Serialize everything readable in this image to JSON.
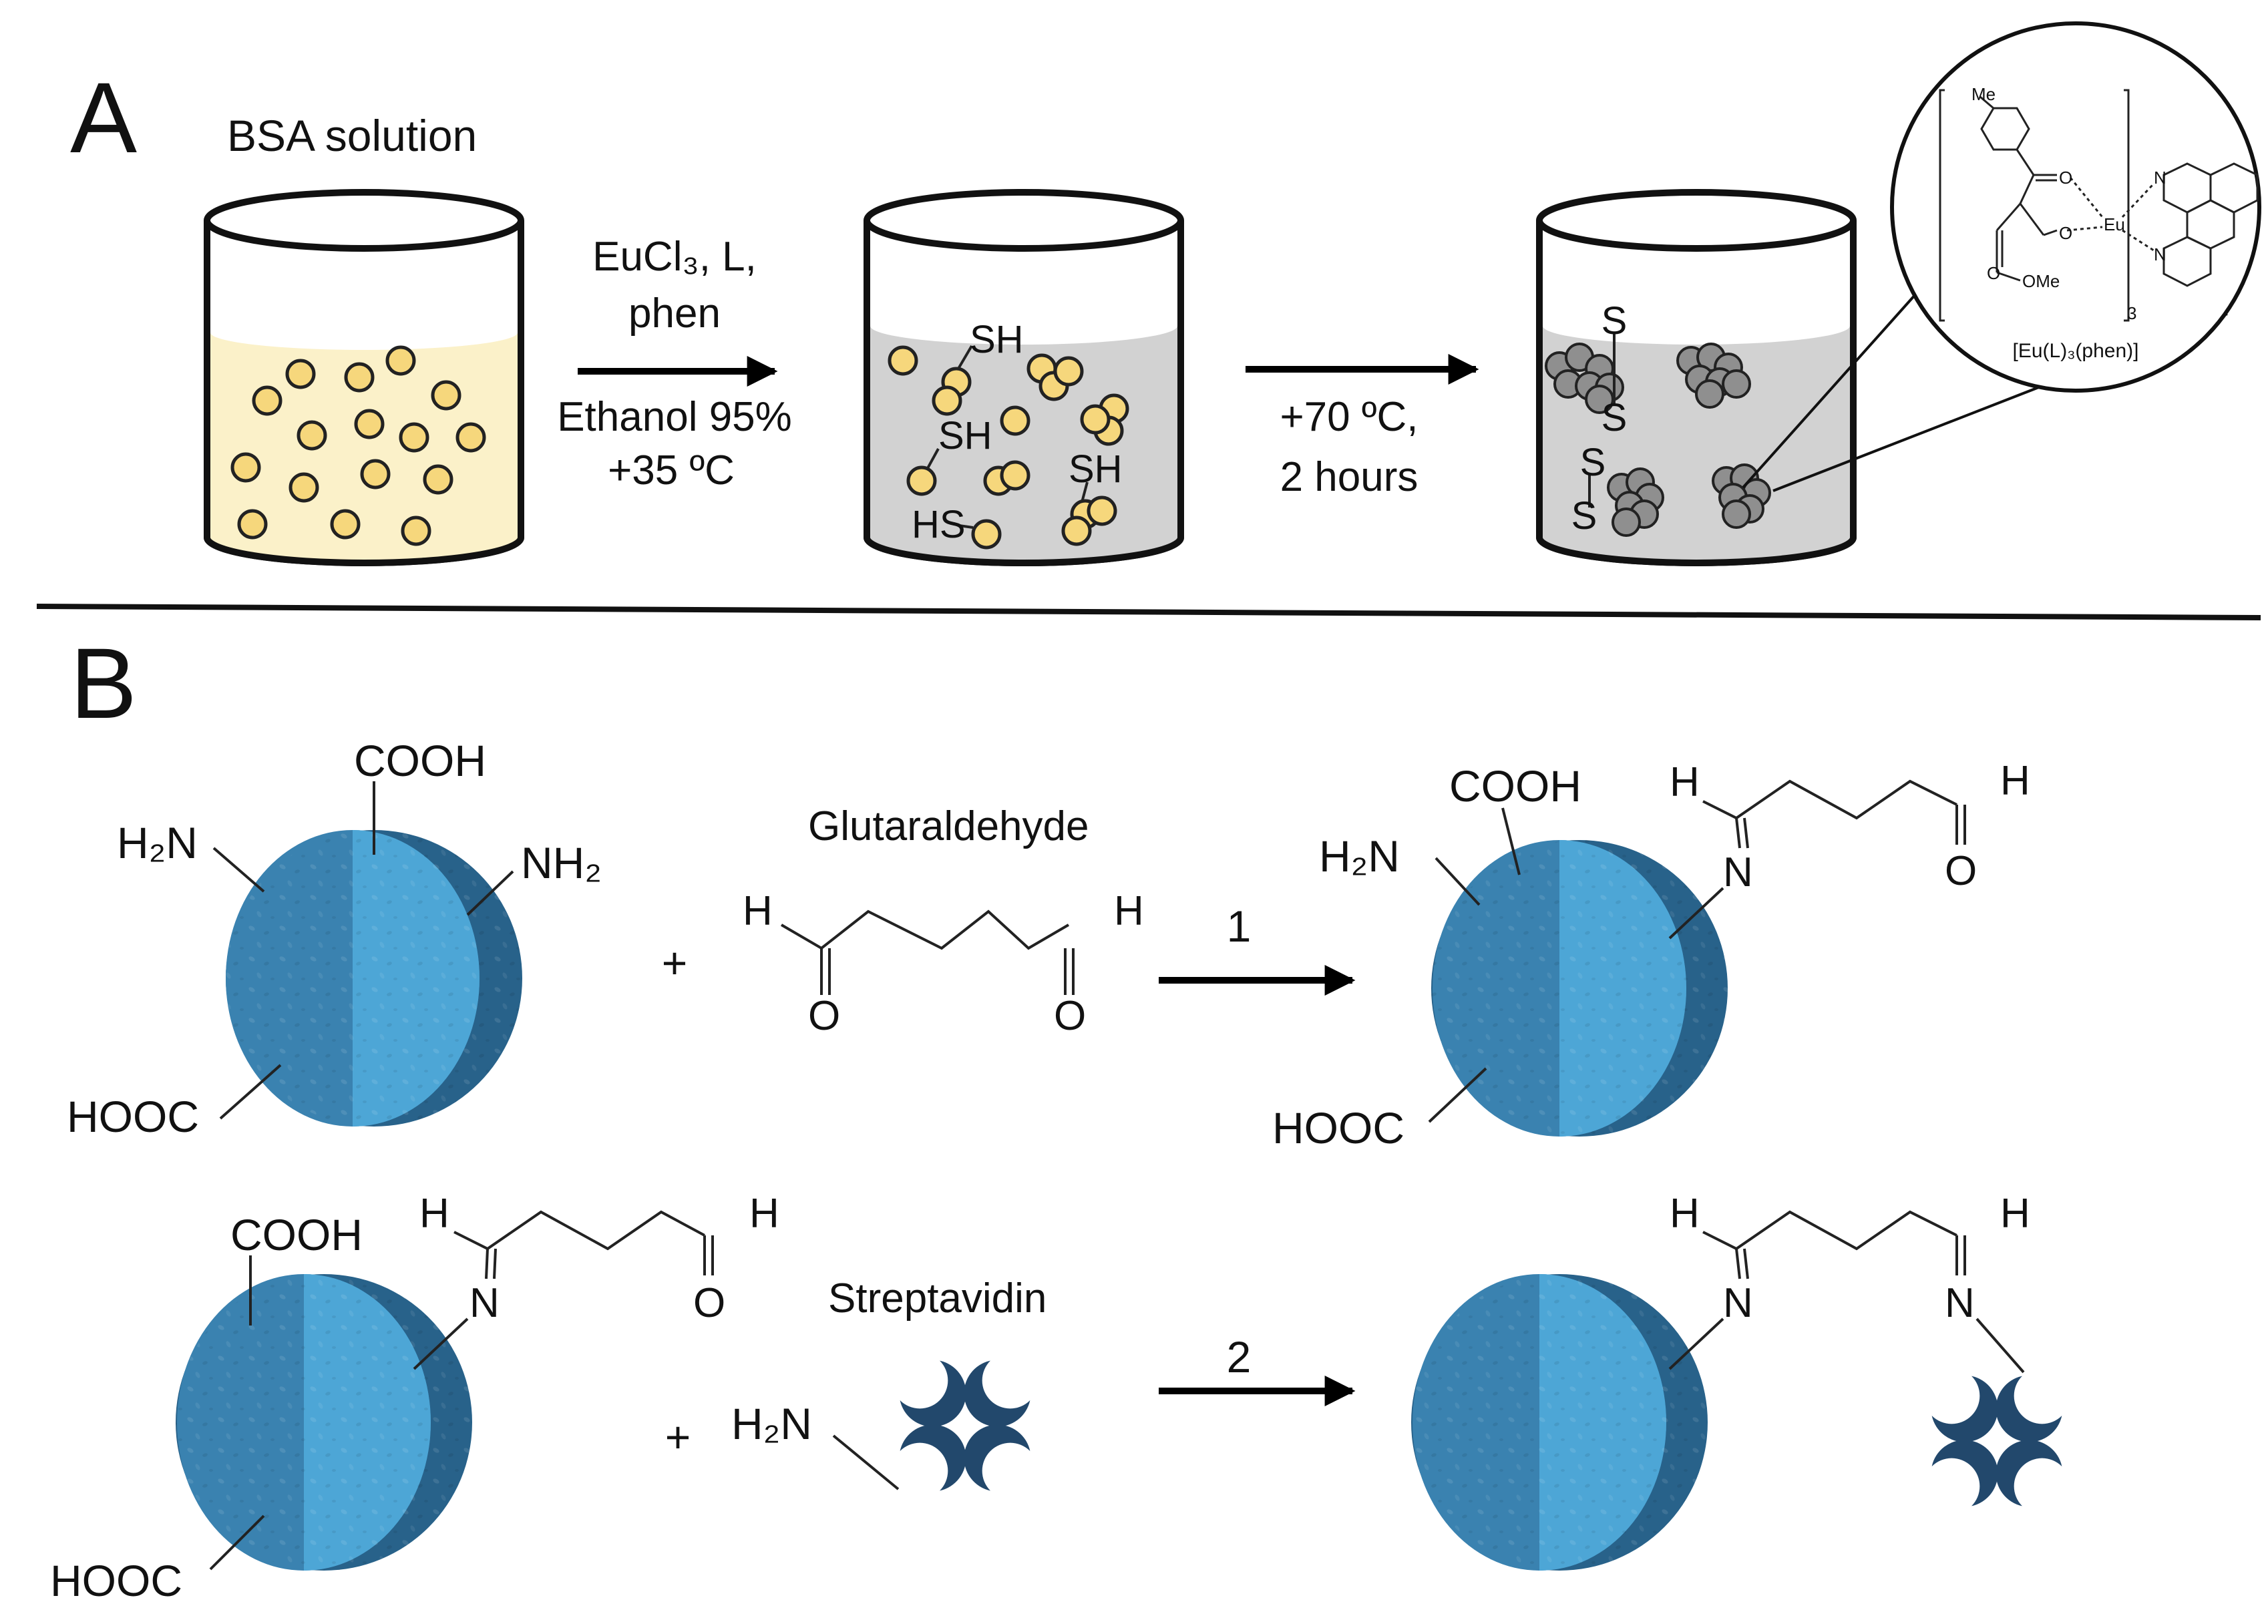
{
  "panelA": {
    "letter": "A",
    "beaker1_title": "BSA solution",
    "step1": [
      "EuCl₃, L,",
      "phen",
      "Ethanol 95%",
      "+35 ºC"
    ],
    "step2": [
      "+70 ºC,",
      "2 hours"
    ],
    "labels": {
      "sh": "SH",
      "hs": "HS",
      "s": "S"
    },
    "complex": {
      "me": "Me",
      "o": "O",
      "ome": "OMe",
      "eu": "Eu",
      "n": "N",
      "sub3": "3",
      "formula": "[Eu(L)₃(phen)]"
    }
  },
  "panelB": {
    "letter": "B",
    "groups": {
      "cooh": "COOH",
      "h2n": "H₂N",
      "nh2": "NH₂",
      "hooc": "HOOC"
    },
    "reagent1": "Glutaraldehyde",
    "reagent2": "Streptavidin",
    "atoms": {
      "h": "H",
      "o": "O",
      "n": "N"
    },
    "plus": "+",
    "step1": "1",
    "step2": "2"
  },
  "colors": {
    "bsa_fill": "#fbf1c9",
    "particle": "#f6d77c",
    "gray_solution": "#d2d2d2",
    "aggregate": "#8f8f8f",
    "sphere_dark": "#28628a",
    "sphere_mid": "#3a82b0",
    "sphere_light": "#4da6d6",
    "streptavidin": "#22486c"
  }
}
